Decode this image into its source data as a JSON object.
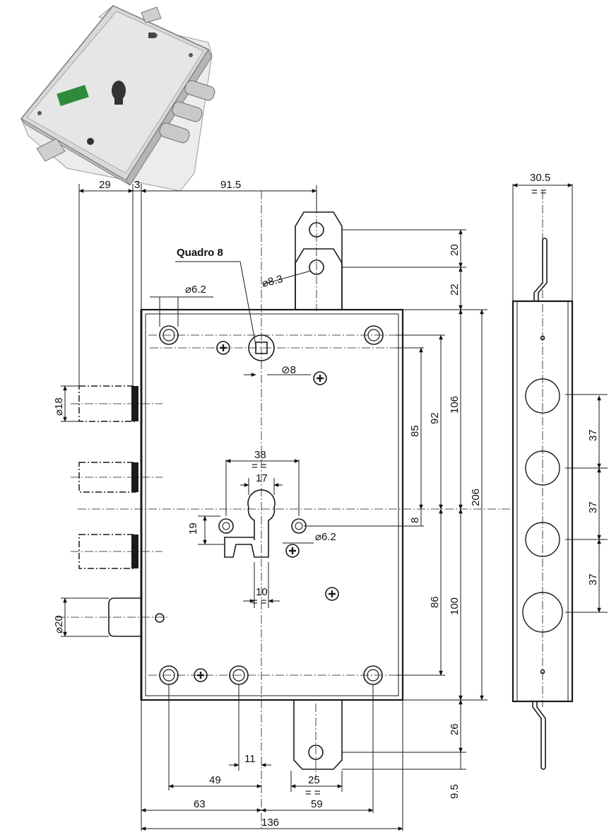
{
  "labels": {
    "square_label": "Quadro 8"
  },
  "dimensions": {
    "top_29": "29",
    "top_3": "3",
    "top_91_5": "91.5",
    "side_30_5": "30.5",
    "hole_6_2_top": "6.2",
    "hole_8_3": "8.3",
    "square_8": "8",
    "v_20": "20",
    "v_22": "22",
    "v_106": "106",
    "v_92": "92",
    "v_85": "85",
    "v_206": "206",
    "v_8": "8",
    "v_86": "86",
    "v_100": "100",
    "v_26": "26",
    "v_9_5": "9.5",
    "bolt_18": "18",
    "bolt_20": "20",
    "key_38": "38",
    "key_17": "17",
    "key_19": "19",
    "hole_6_2_mid": "6.2",
    "key_10": "10",
    "bot_11": "11",
    "bot_49": "49",
    "bot_25": "25",
    "bot_63": "63",
    "bot_59": "59",
    "bot_136": "136",
    "side_37_a": "37",
    "side_37_b": "37",
    "side_37_c": "37"
  },
  "photo": {
    "label_color": "#2e8b3a",
    "body_color": "#dcdcdc"
  }
}
